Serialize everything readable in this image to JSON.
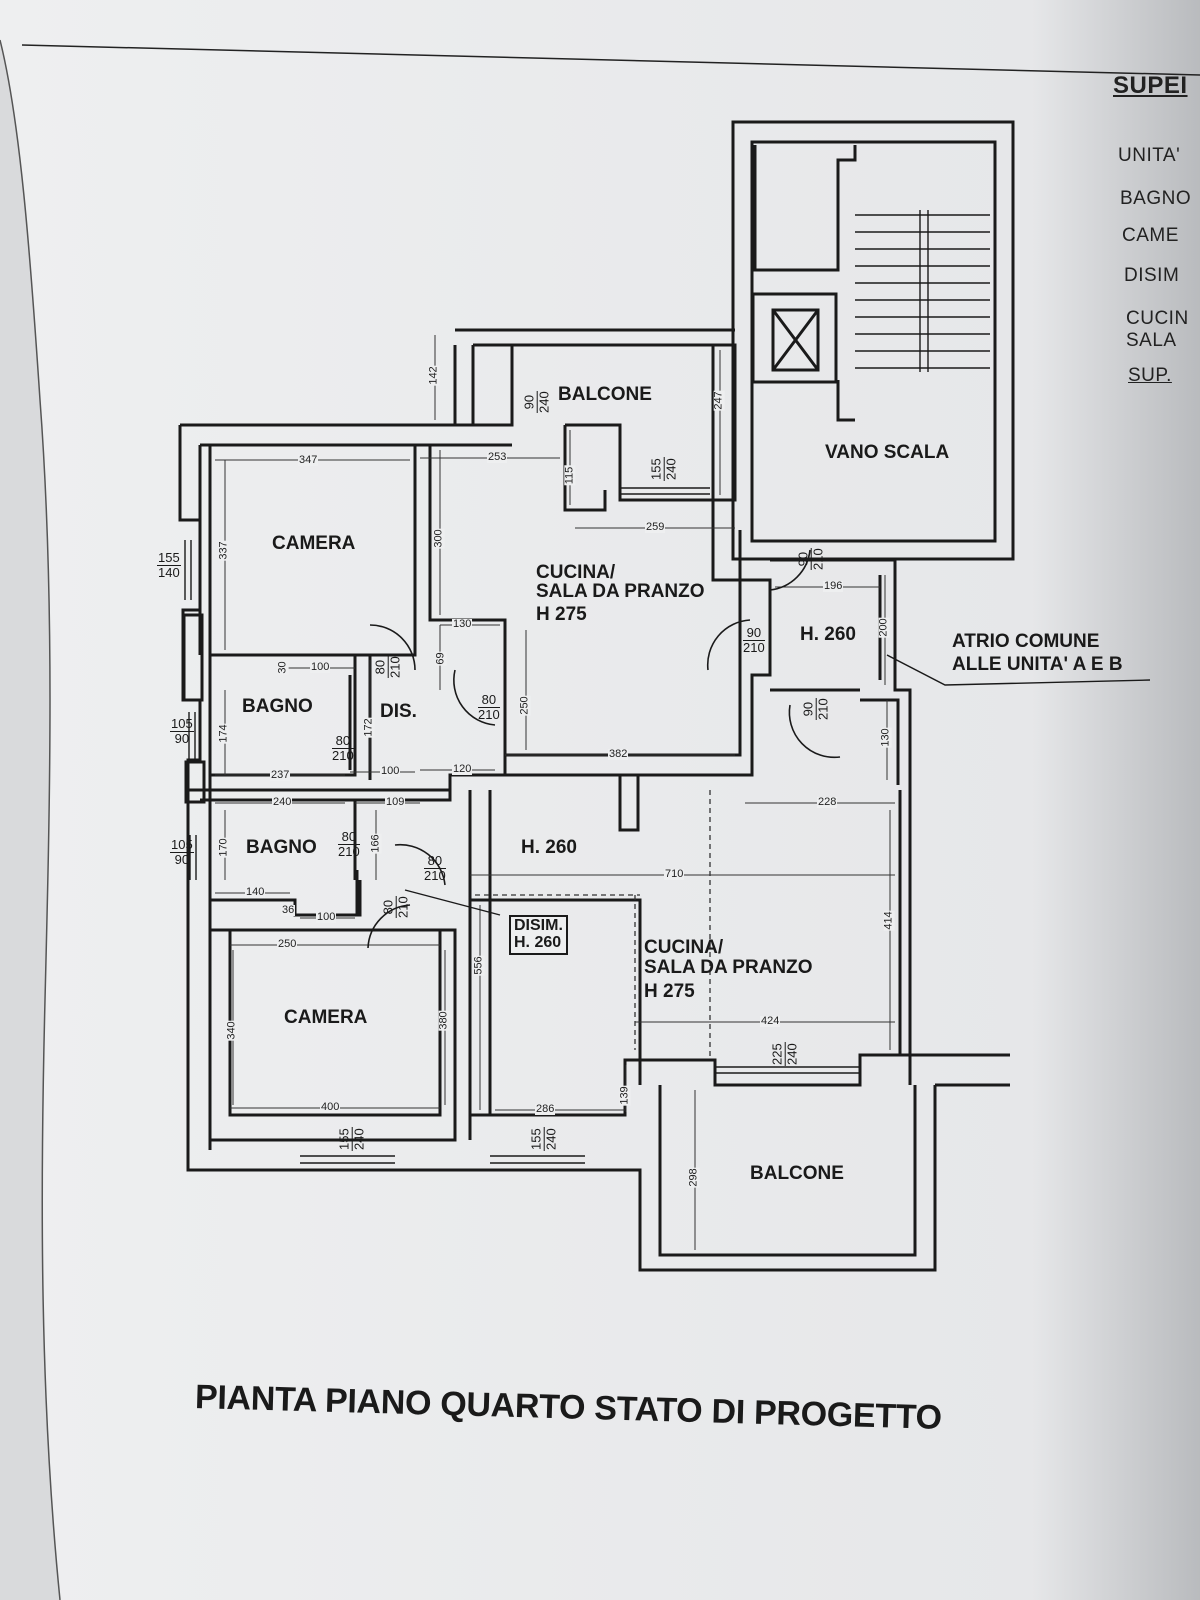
{
  "title": "PIANTA PIANO QUARTO STATO DI PROGETTO",
  "side_table": [
    "SUPEI",
    "UNITA'",
    "BAGNO",
    "CAME",
    "DISIM",
    "CUCIN",
    "SALA",
    "SUP."
  ],
  "rooms": {
    "balcone_top": "BALCONE",
    "vano_scala": "VANO SCALA",
    "camera_a": "CAMERA",
    "cucina_a_1": "CUCINA/",
    "cucina_a_2": "SALA DA PRANZO",
    "cucina_a_3": "H 275",
    "h260_atrio": "H. 260",
    "atrio_1": "ATRIO COMUNE",
    "atrio_2": "ALLE UNITA' A E B",
    "bagno_a": "BAGNO",
    "dis": "DIS.",
    "bagno_b": "BAGNO",
    "h260_b": "H. 260",
    "disim_1": "DISIM.",
    "disim_2": "H. 260",
    "cucina_b_1": "CUCINA/",
    "cucina_b_2": "SALA DA PRANZO",
    "cucina_b_3": "H 275",
    "camera_b": "CAMERA",
    "balcone_bottom": "BALCONE"
  },
  "dims": {
    "d142": "142",
    "d247": "247",
    "d347": "347",
    "d253": "253",
    "d115": "115",
    "d259": "259",
    "d337": "337",
    "d300": "300",
    "d196": "196",
    "d200": "200",
    "d130a": "130",
    "d69": "69",
    "d30": "30",
    "d100a": "100",
    "d250a": "250",
    "d174": "174",
    "d172": "172",
    "d382": "382",
    "d237": "237",
    "d100b": "100",
    "d120": "120",
    "d130b": "130",
    "d240": "240",
    "d109": "109",
    "d228": "228",
    "d170": "170",
    "d166": "166",
    "d710": "710",
    "d140": "140",
    "d36": "36",
    "d100c": "100",
    "d556": "556",
    "d414": "414",
    "d250b": "250",
    "d340": "340",
    "d380": "380",
    "d424": "424",
    "d400": "400",
    "d286": "286",
    "d139": "139",
    "d298": "298"
  },
  "openings": {
    "f1": [
      "90",
      "240"
    ],
    "f2": [
      "155",
      "240"
    ],
    "f3": [
      "155",
      "140"
    ],
    "f4": [
      "90",
      "210"
    ],
    "f5": [
      "90",
      "210"
    ],
    "f6": [
      "80",
      "210"
    ],
    "f7": [
      "80",
      "210"
    ],
    "f8": [
      "90",
      "210"
    ],
    "f9": [
      "105",
      "90"
    ],
    "f10": [
      "80",
      "210"
    ],
    "f11": [
      "105",
      "90"
    ],
    "f12": [
      "80",
      "210"
    ],
    "f13": [
      "80",
      "210"
    ],
    "f14": [
      "80",
      "210"
    ],
    "f15": [
      "225",
      "240"
    ],
    "f16": [
      "155",
      "240"
    ],
    "f17": [
      "155",
      "240"
    ]
  }
}
